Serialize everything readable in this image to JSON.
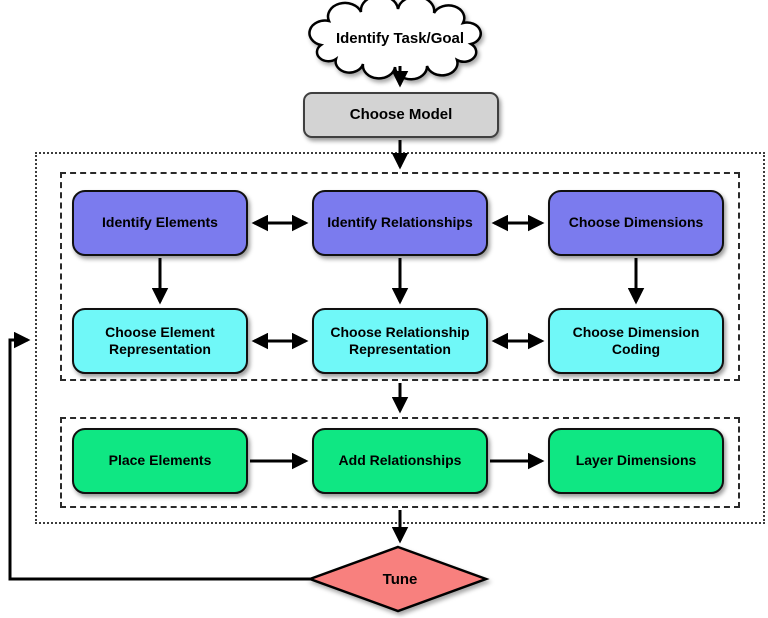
{
  "diagram": {
    "start_label": "Identify Task/Goal",
    "model_label": "Choose Model",
    "encode": {
      "identify_row": [
        "Identify Elements",
        "Identify Relationships",
        "Choose Dimensions"
      ],
      "represent_row": [
        "Choose Element Representation",
        "Choose Relationship Representation",
        "Choose Dimension Coding"
      ]
    },
    "layout_row": [
      "Place Elements",
      "Add Relationships",
      "Layer Dimensions"
    ],
    "tune_label": "Tune"
  },
  "colors": {
    "identify_fill": "#7b7bee",
    "represent_fill": "#70f8f8",
    "layout_fill": "#0fe783",
    "model_fill": "#d3d3d3",
    "tune_fill": "#f8807e",
    "line": "#000000"
  }
}
